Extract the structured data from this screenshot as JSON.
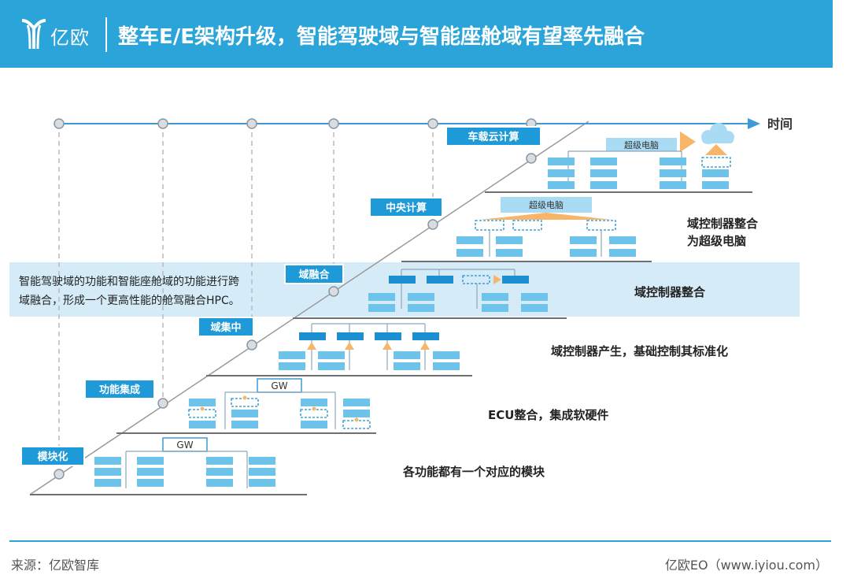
{
  "header": {
    "logo_text": "亿欧",
    "title": "整车E/E架构升级，智能驾驶域与智能座舱域有望率先融合"
  },
  "timeline_label": "时间",
  "stages": [
    {
      "label": "模块化",
      "description": "各功能都有一个对应的模块",
      "gateway": "GW"
    },
    {
      "label": "功能集成",
      "description": "ECU整合，集成软硬件",
      "gateway": "GW"
    },
    {
      "label": "域集中",
      "description": "域控制器产生，基础控制其标准化"
    },
    {
      "label": "域融合",
      "description": "域控制器整合"
    },
    {
      "label": "中央计算",
      "description_lines": [
        "域控制器整合",
        "为超级电脑"
      ],
      "computer": "超级电脑"
    },
    {
      "label": "车载云计算",
      "computer": "超级电脑"
    }
  ],
  "highlight_note_lines": [
    "智能驾驶域的功能和智能座舱域的功能进行跨",
    "域融合，形成一个更高性能的舱驾融合HPC。"
  ],
  "footer": {
    "source": "来源：亿欧智库",
    "brand": "亿欧EO（www.iyiou.com）"
  },
  "colors": {
    "header": "#2aa4d9",
    "module_block": "#6ec3ea",
    "controller_block": "#1b8fd0",
    "label_box": "#1e9ad8",
    "arrow": "#f7b56a",
    "highlight_band": "#d5ecf8"
  }
}
